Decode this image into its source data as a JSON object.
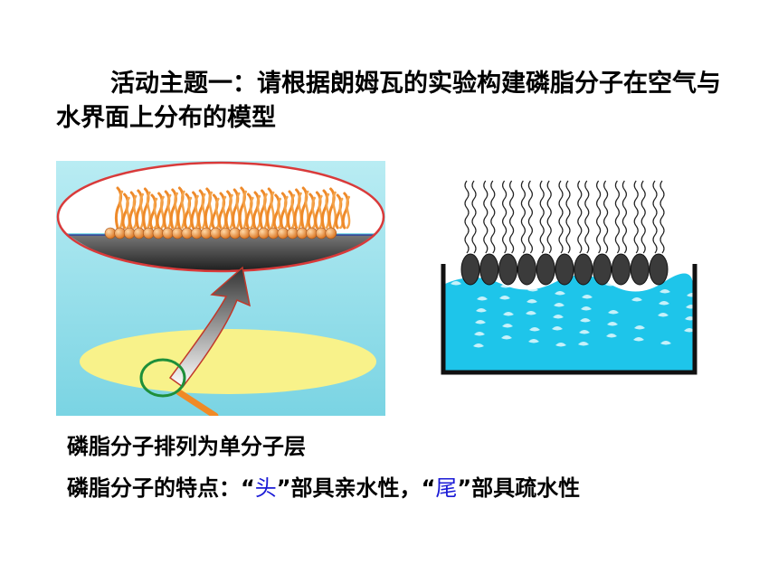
{
  "title": "活动主题一：请根据朗姆瓦的实验构建磷脂分子在空气与水界面上分布的模型",
  "statement_1": "磷脂分子排列为单分子层",
  "statement_2": {
    "prefix": "磷脂分子的特点：",
    "open_quote_1": "“",
    "head": "头",
    "after_head": "”部具亲水性，",
    "open_quote_2": "“",
    "tail": "尾",
    "after_tail": "”部具疏水性"
  },
  "colors": {
    "highlight": "#1a1ad6",
    "water_left": "#7fd6e4",
    "water_right": "#1ec5ea",
    "molecule_head": "#ee8a2a",
    "lens_border": "#d93a3a",
    "oil_spot": "#f8f28a"
  }
}
